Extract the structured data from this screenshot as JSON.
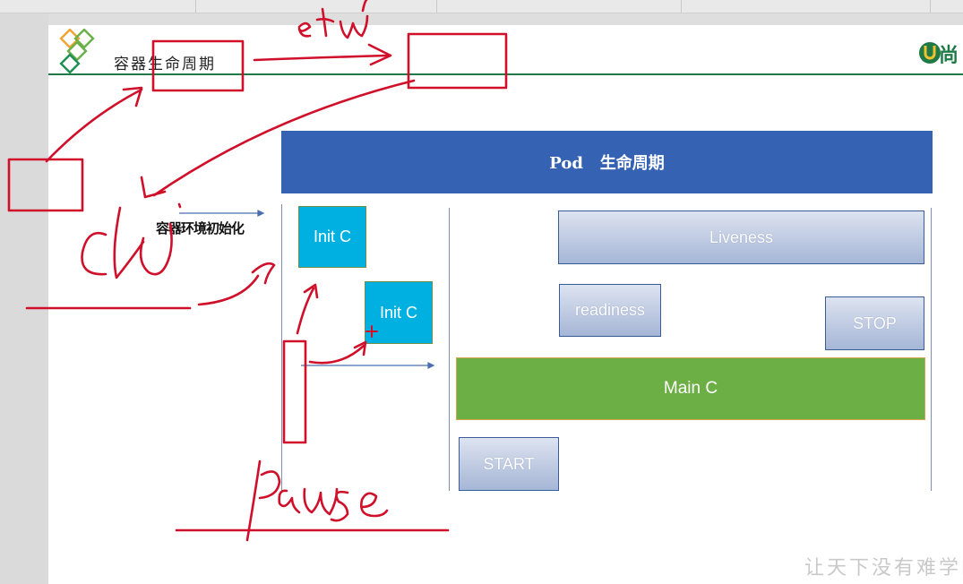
{
  "slide": {
    "title": "容器生命周期",
    "brand_char": "尚",
    "watermark": "让天下没有难学的"
  },
  "diagram": {
    "pod_title": "Pod   生命周期",
    "init_env_label": "容器环境初始化",
    "init_c_1": "Init C",
    "init_c_2": "Init C",
    "liveness": "Liveness",
    "readiness": "readiness",
    "stop": "STOP",
    "main_c": "Main C",
    "start": "START",
    "colors": {
      "pod_bar": "#3562b3",
      "init_box": "#00b0e0",
      "main_c": "#6caf44",
      "header_rule": "#1f7a47",
      "annotation_ink": "#d0102a"
    }
  },
  "annotations": {
    "handwriting": [
      "etcd",
      "cri",
      "pause"
    ],
    "icons": [
      "red-rectangle",
      "red-arrow",
      "red-underline",
      "red-plus"
    ]
  }
}
